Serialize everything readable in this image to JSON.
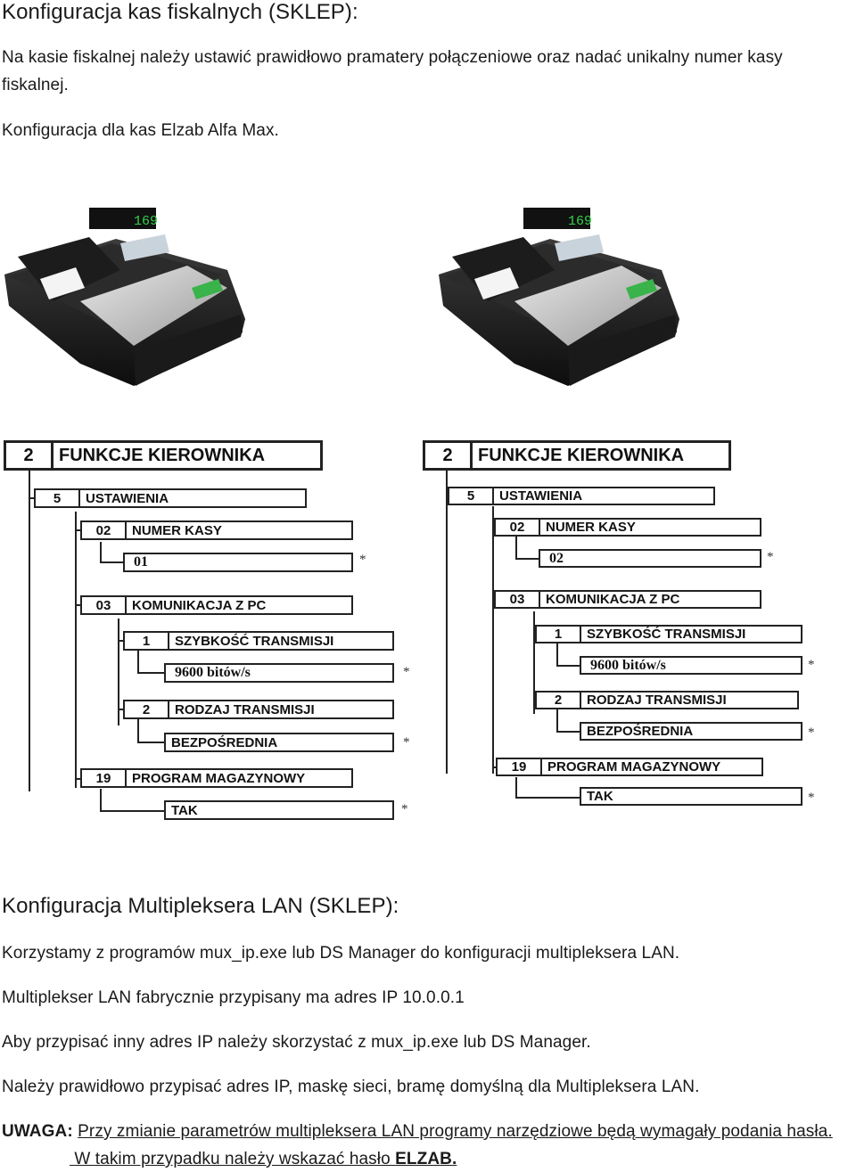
{
  "title": "Konfiguracja kas fiskalnych (SKLEP):",
  "intro": [
    "Na kasie fiskalnej należy ustawić prawidłowo pramatery połączeniowe oraz nadać unikalny numer kasy",
    "fiskalnej."
  ],
  "elzab_heading": "Konfiguracja dla kas Elzab Alfa Max.",
  "register": {
    "display": "169",
    "brand": "Alfa Max"
  },
  "diagrams": [
    {
      "root": {
        "num": "2",
        "label": "FUNKCJE KIEROWNIKA"
      },
      "settings": {
        "num": "5",
        "label": "USTAWIENIA"
      },
      "cash_no": {
        "num": "02",
        "label": "NUMER KASY",
        "value": "01"
      },
      "comm": {
        "num": "03",
        "label": "KOMUNIKACJA Z PC"
      },
      "speed": {
        "num": "1",
        "label": "SZYBKOŚĆ TRANSMISJI",
        "value": "9600 bitów/s"
      },
      "type": {
        "num": "2",
        "label": "RODZAJ TRANSMISJI",
        "value": "BEZPOŚREDNIA"
      },
      "stock": {
        "num": "19",
        "label": "PROGRAM MAGAZYNOWY",
        "value": "TAK"
      },
      "star": "*"
    },
    {
      "root": {
        "num": "2",
        "label": "FUNKCJE KIEROWNIKA"
      },
      "settings": {
        "num": "5",
        "label": "USTAWIENIA"
      },
      "cash_no": {
        "num": "02",
        "label": "NUMER KASY",
        "value": "02"
      },
      "comm": {
        "num": "03",
        "label": "KOMUNIKACJA Z PC"
      },
      "speed": {
        "num": "1",
        "label": "SZYBKOŚĆ TRANSMISJI",
        "value": "9600 bitów/s"
      },
      "type": {
        "num": "2",
        "label": "RODZAJ TRANSMISJI",
        "value": "BEZPOŚREDNIA"
      },
      "stock": {
        "num": "19",
        "label": "PROGRAM MAGAZYNOWY",
        "value": "TAK"
      },
      "star": "*"
    }
  ],
  "mux_heading": "Konfiguracja Multipleksera LAN (SKLEP):",
  "mux_lines": [
    "Korzystamy z programów mux_ip.exe lub DS Manager do konfiguracji multipleksera LAN.",
    "Multiplekser LAN fabrycznie przypisany ma adres IP 10.0.0.1",
    "Aby przypisać inny adres IP należy skorzystać z mux_ip.exe lub DS Manager.",
    "Należy prawidłowo przypisać adres IP, maskę sieci, bramę domyślną dla Multipleksera LAN."
  ],
  "warning": {
    "label": "UWAGA:",
    "line1": "Przy zmianie parametrów multipleksera LAN programy narzędziowe będą wymagały podania hasła.",
    "line2_prefix": " W takim przypadku należy wskazać hasło ",
    "password": "ELZAB",
    "line2_suffix": "."
  }
}
